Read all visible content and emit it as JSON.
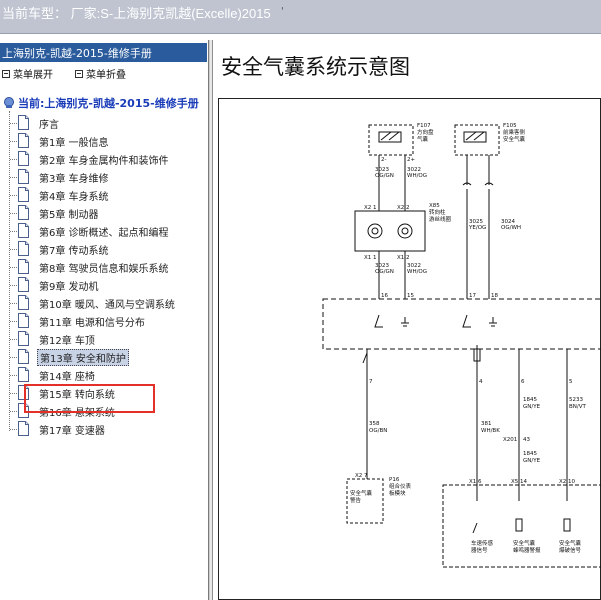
{
  "window": {
    "title": "当前车型： 厂家:S-上海别克凯越(Excelle)2015",
    "title_mark": "'"
  },
  "sidebar": {
    "header": "上海别克-凯越-2015-维修手册",
    "expand_label": "菜单展开",
    "collapse_label": "菜单折叠",
    "root_label": "当前:上海别克-凯越-2015-维修手册",
    "items": [
      {
        "label": "序言"
      },
      {
        "label": "第1章  一般信息"
      },
      {
        "label": "第2章  车身金属构件和装饰件"
      },
      {
        "label": "第3章  车身维修"
      },
      {
        "label": "第4章  车身系统"
      },
      {
        "label": "第5章  制动器"
      },
      {
        "label": "第6章  诊断概述、起点和编程"
      },
      {
        "label": "第7章  传动系统"
      },
      {
        "label": "第8章  驾驶员信息和娱乐系统"
      },
      {
        "label": "第9章  发动机"
      },
      {
        "label": "第10章  暖风、通风与空调系统"
      },
      {
        "label": "第11章  电源和信号分布"
      },
      {
        "label": "第12章  车顶"
      },
      {
        "label": "第13章  安全和防护",
        "selected": true
      },
      {
        "label": "第14章  座椅"
      },
      {
        "label": "第15章  转向系统"
      },
      {
        "label": "第16章  悬架系统"
      },
      {
        "label": "第17章  变速器"
      }
    ]
  },
  "main": {
    "title": "安全气囊系统示意图"
  },
  "diagram": {
    "f107": "F107",
    "f107_desc1": "方向盘",
    "f107_desc2": "气囊",
    "f105": "F105",
    "f105_desc1": "前乘客侧",
    "f105_desc2": "安全气囊",
    "top_pins_1": "2-",
    "top_pins_2": "2+",
    "wire_3023": "3023",
    "wire_3023_color": "OG/GN",
    "wire_3022": "3022",
    "wire_3022_color": "WH/OG",
    "x85": "X85",
    "x85_desc1": "转向柱",
    "x85_desc2": "游丝线圈",
    "x2_1": "X2 1",
    "x2_2": "X2 2",
    "x1_1": "X1 1",
    "x1_2": "X1 2",
    "wire_3025": "3025",
    "wire_3025_color": "YE/OG",
    "wire_3024": "3024",
    "wire_3024_color": "OG/WH",
    "pin_16": "16",
    "pin_15": "15",
    "pin_17": "17",
    "pin_18": "18",
    "pin_7": "7",
    "pin_4": "4",
    "pin_6": "6",
    "pin_5": "5",
    "wire_358": "358",
    "wire_358_color": "OG/BN",
    "wire_381": "381",
    "wire_381_color": "WH/BK",
    "wire_1845a": "1845",
    "wire_1845a_color": "GN/YE",
    "wire_5233": "5233",
    "wire_5233_color": "BN/VT",
    "x201": "X201",
    "x201_pin": "43",
    "wire_1845b": "1845",
    "wire_1845b_color": "GN/YE",
    "x2_7": "X2 7",
    "p16": "P16",
    "p16_desc1": "组合仪表",
    "p16_desc2": "板模块",
    "airbag_warn1": "安全气囊",
    "airbag_warn2": "警告",
    "x1_6": "X1 6",
    "x5_14": "X5 14",
    "x2_10": "X2 10",
    "sensor1": "车速传感",
    "sensor2": "器信号",
    "chime1": "安全气囊",
    "chime2": "蜂鸣器警报",
    "deploy1": "安全气囊",
    "deploy2": "爆破信号"
  },
  "colors": {
    "header_blue": "#2a5b9c",
    "root_blue": "#1a3cb8",
    "highlight_red": "#e3312a",
    "topbar_gray": "#bfc4d0"
  }
}
